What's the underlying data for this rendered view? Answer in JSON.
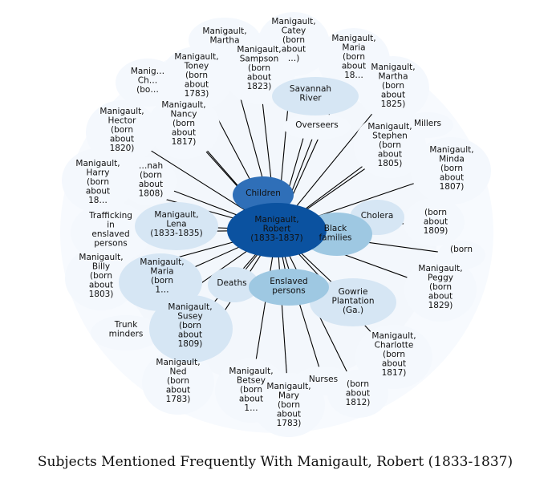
{
  "title": "Subjects Mentioned Frequently With Manigault, Robert (1833-1837)",
  "colors": {
    "center": "#0b52a0",
    "strong": "#2f6fb8",
    "medium": "#9ec8e2",
    "light": "#d6e6f4",
    "faint": "#f4f8fd",
    "edge": "#000000",
    "text": "#111111"
  },
  "center_node": {
    "name": "Manigault, Robert (1833-1837)",
    "lines": [
      "Manigault,",
      "Robert",
      "(1833-1837)"
    ]
  },
  "nodes": [
    {
      "key": "children",
      "lines": [
        "Children"
      ],
      "level": "strong"
    },
    {
      "key": "black-families",
      "lines": [
        "Black",
        "families"
      ],
      "level": "medium"
    },
    {
      "key": "enslaved-persons",
      "lines": [
        "Enslaved",
        "persons"
      ],
      "level": "medium"
    },
    {
      "key": "deaths",
      "lines": [
        "Deaths"
      ],
      "level": "light"
    },
    {
      "key": "cholera",
      "lines": [
        "Cholera"
      ],
      "level": "light"
    },
    {
      "key": "savannah-river",
      "lines": [
        "Savannah",
        "River"
      ],
      "level": "light"
    },
    {
      "key": "gowrie-plantation",
      "lines": [
        "Gowrie",
        "Plantation",
        "(Ga.)"
      ],
      "level": "light"
    },
    {
      "key": "manigault-lena",
      "lines": [
        "Manigault,",
        "Lena",
        "(1833-1835)"
      ],
      "level": "light"
    },
    {
      "key": "manigault-maria-1",
      "lines": [
        "Manigault,",
        "Maria",
        "(born",
        "1…"
      ],
      "level": "light"
    },
    {
      "key": "manigault-susey",
      "lines": [
        "Manigault,",
        "Susey",
        "(born",
        "about",
        "1809)"
      ],
      "level": "light"
    },
    {
      "key": "overseers",
      "lines": [
        "Overseers"
      ],
      "level": "faint"
    },
    {
      "key": "millers",
      "lines": [
        "Millers"
      ],
      "level": "faint"
    },
    {
      "key": "trafficking",
      "lines": [
        "Trafficking",
        "in",
        "enslaved",
        "persons"
      ],
      "level": "faint"
    },
    {
      "key": "trunk-minders",
      "lines": [
        "Trunk",
        "minders"
      ],
      "level": "faint"
    },
    {
      "key": "nurses",
      "lines": [
        "Nurses"
      ],
      "level": "faint"
    },
    {
      "key": "manigault-catey",
      "lines": [
        "Manigault,",
        "Catey",
        "(born",
        "about",
        "…)"
      ],
      "level": "faint"
    },
    {
      "key": "manigault-martha-top",
      "lines": [
        "Manigault,",
        "Martha"
      ],
      "level": "faint"
    },
    {
      "key": "manigault-maria-top",
      "lines": [
        "Manigault,",
        "Maria",
        "(born",
        "about",
        "18…"
      ],
      "level": "faint"
    },
    {
      "key": "manigault-martha-1825",
      "lines": [
        "Manigault,",
        "Martha",
        "(born",
        "about",
        "1825)"
      ],
      "level": "faint"
    },
    {
      "key": "manigault-sampson",
      "lines": [
        "Manigault,",
        "Sampson",
        "(born",
        "about",
        "1823)"
      ],
      "level": "faint"
    },
    {
      "key": "manigault-toney",
      "lines": [
        "Manigault,",
        "Toney",
        "(born",
        "about",
        "1783)"
      ],
      "level": "faint"
    },
    {
      "key": "manigault-ch",
      "lines": [
        "Manig…",
        "Ch…",
        "(bo…"
      ],
      "level": "faint"
    },
    {
      "key": "manigault-nancy",
      "lines": [
        "Manigault,",
        "Nancy",
        "(born",
        "about",
        "1817)"
      ],
      "level": "faint"
    },
    {
      "key": "manigault-hector",
      "lines": [
        "Manigault,",
        "Hector",
        "(born",
        "about",
        "1820)"
      ],
      "level": "faint"
    },
    {
      "key": "manigault-harry",
      "lines": [
        "Manigault,",
        "Harry",
        "(born",
        "about",
        "18…"
      ],
      "level": "faint"
    },
    {
      "key": "manigault-hannah",
      "lines": [
        "…nah",
        "(born",
        "about",
        "1808)"
      ],
      "level": "faint"
    },
    {
      "key": "manigault-stephen",
      "lines": [
        "Manigault,",
        "Stephen",
        "(born",
        "about",
        "1805)"
      ],
      "level": "faint"
    },
    {
      "key": "manigault-minda",
      "lines": [
        "Manigault,",
        "Minda",
        "(born",
        "about",
        "1807)"
      ],
      "level": "faint"
    },
    {
      "key": "manigault-1809-right",
      "lines": [
        "(born",
        "about",
        "1809)"
      ],
      "level": "faint"
    },
    {
      "key": "manigault-born-right",
      "lines": [
        "(born"
      ],
      "level": "faint"
    },
    {
      "key": "manigault-peggy",
      "lines": [
        "Manigault,",
        "Peggy",
        "(born",
        "about",
        "1829)"
      ],
      "level": "faint"
    },
    {
      "key": "manigault-charlotte",
      "lines": [
        "Manigault,",
        "Charlotte",
        "(born",
        "about",
        "1817)"
      ],
      "level": "faint"
    },
    {
      "key": "manigault-1812",
      "lines": [
        "(born",
        "about",
        "1812)"
      ],
      "level": "faint"
    },
    {
      "key": "manigault-mary",
      "lines": [
        "Manigault,",
        "Mary",
        "(born",
        "about",
        "1783)"
      ],
      "level": "faint"
    },
    {
      "key": "manigault-betsey",
      "lines": [
        "Manigault,",
        "Betsey",
        "(born",
        "about",
        "1…"
      ],
      "level": "faint"
    },
    {
      "key": "manigault-ned",
      "lines": [
        "Manigault,",
        "Ned",
        "(born",
        "about",
        "1783)"
      ],
      "level": "faint"
    },
    {
      "key": "manigault-billy",
      "lines": [
        "Manigault,",
        "Billy",
        "(born",
        "about",
        "1803)"
      ],
      "level": "faint"
    }
  ]
}
